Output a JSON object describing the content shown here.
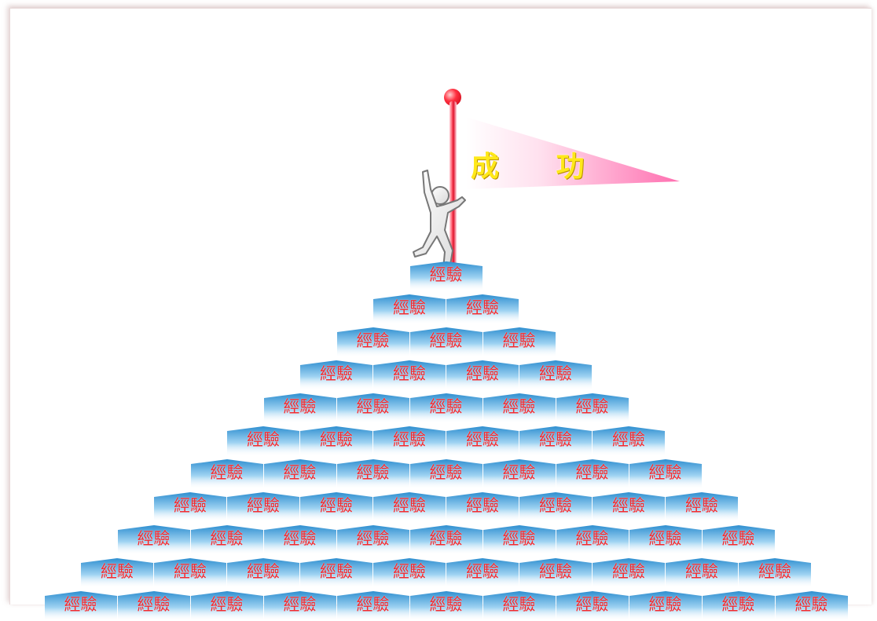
{
  "flag": {
    "text": "成 功"
  },
  "pyramid": {
    "brick_label": "經驗",
    "row_counts": [
      1,
      2,
      3,
      4,
      5,
      6,
      7,
      8,
      9,
      10,
      11
    ]
  },
  "colors": {
    "brick_text": "#f02a30",
    "flag_text": "#ffe81a",
    "pole": "#e0102a",
    "pennant": "#ff7eb5",
    "chevron": "#3aa0d8"
  }
}
